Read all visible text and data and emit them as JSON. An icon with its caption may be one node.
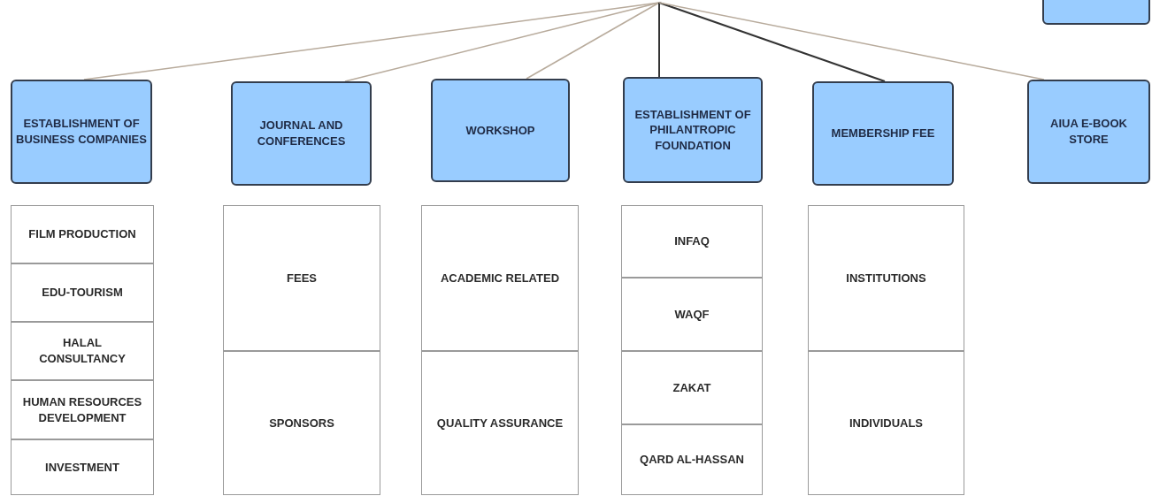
{
  "diagram": {
    "nodes": [
      {
        "text": [],
        "shape": "box"
      },
      {
        "text": [
          "ESTABLISHMENT OF BUSINESS COMPANIES"
        ]
      },
      {
        "text": [
          "JOURNAL AND CONFERENCES"
        ]
      },
      {
        "text": [
          "WORKSHOP"
        ]
      },
      {
        "text": [
          "ESTABLISHMENT OF PHILANTROPIC FOUNDATION"
        ]
      },
      {
        "text": [
          "MEMBERSHIP FEE"
        ]
      },
      {
        "text": [
          "AIUA E-BOOK STORE"
        ]
      },
      {
        "text": [
          "FILM PRODUCTION"
        ]
      },
      {
        "text": [
          "EDU-TOURISM"
        ]
      },
      {
        "text": [
          "HALAL CONSULTANCY"
        ]
      },
      {
        "text": [
          "HUMAN RESOURCES DEVELOPMENT"
        ]
      },
      {
        "text": [
          "INVESTMENT"
        ]
      },
      {
        "text": [
          "FEES"
        ]
      },
      {
        "text": [
          "SPONSORS"
        ]
      },
      {
        "text": [
          "ACADEMIC RELATED"
        ]
      },
      {
        "text": [
          "QUALITY ASSURANCE"
        ]
      },
      {
        "text": [
          "INFAQ"
        ]
      },
      {
        "text": [
          "WAQF"
        ]
      },
      {
        "text": [
          "ZAKAT"
        ]
      },
      {
        "text": [
          "QARD AL-HASSAN"
        ]
      },
      {
        "text": [
          "INSTITUTIONS"
        ]
      },
      {
        "text": [
          "INDIVIDUALS"
        ]
      }
    ],
    "edges": [
      {
        "from": null,
        "to": 1,
        "arrow": "none"
      },
      {
        "from": null,
        "to": 2,
        "arrow": "none"
      },
      {
        "from": null,
        "to": 3,
        "arrow": "none"
      },
      {
        "from": null,
        "to": 4,
        "arrow": "none",
        "color": "#333333"
      },
      {
        "from": null,
        "to": 5,
        "arrow": "none",
        "color": "#333333"
      },
      {
        "from": null,
        "to": 6,
        "arrow": "none"
      }
    ]
  }
}
